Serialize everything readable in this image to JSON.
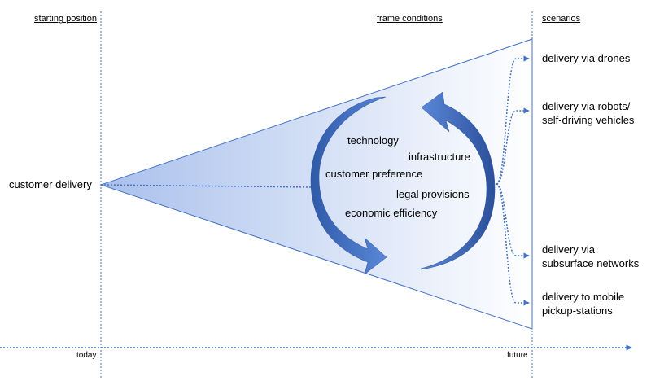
{
  "headers": {
    "starting_position": "starting position",
    "frame_conditions": "frame conditions",
    "scenarios": "scenarios"
  },
  "origin_label": "customer delivery",
  "timeline": {
    "start": "today",
    "end": "future"
  },
  "frame_conditions": [
    "technology",
    "infrastructure",
    "customer preference",
    "legal provisions",
    "economic efficiency"
  ],
  "scenarios": [
    "delivery via drones",
    "delivery via robots/\nself-driving vehicles",
    "delivery via\nsubsurface networks",
    "delivery to mobile\npickup-stations"
  ],
  "colors": {
    "line": "#4472c4",
    "cone_start": "#a9c0ec",
    "cone_end": "#ffffff",
    "arrow_light": "#4f7bd0",
    "arrow_dark": "#2b4f9a"
  }
}
